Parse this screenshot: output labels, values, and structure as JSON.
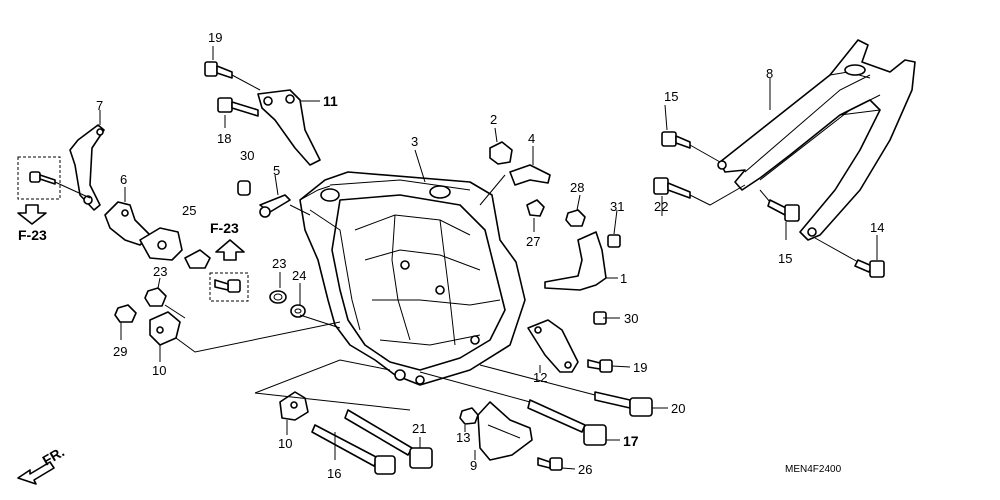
{
  "callouts": {
    "c1": "1",
    "c2": "2",
    "c3": "3",
    "c4": "4",
    "c5": "5",
    "c6": "6",
    "c7": "7",
    "c8": "8",
    "c9": "9",
    "c10a": "10",
    "c10b": "10",
    "c11": "11",
    "c12": "12",
    "c13": "13",
    "c14": "14",
    "c15a": "15",
    "c15b": "15",
    "c16": "16",
    "c17": "17",
    "c18": "18",
    "c19a": "19",
    "c19b": "19",
    "c20": "20",
    "c21": "21",
    "c22": "22",
    "c23a": "23",
    "c23b": "23",
    "c24": "24",
    "c25": "25",
    "c26": "26",
    "c27": "27",
    "c28": "28",
    "c29": "29",
    "c30a": "30",
    "c30b": "30",
    "c31": "31"
  },
  "references": {
    "left": "F-23",
    "center": "F-23"
  },
  "direction_label": "FR.",
  "diagram_code": "MEN4F2400"
}
